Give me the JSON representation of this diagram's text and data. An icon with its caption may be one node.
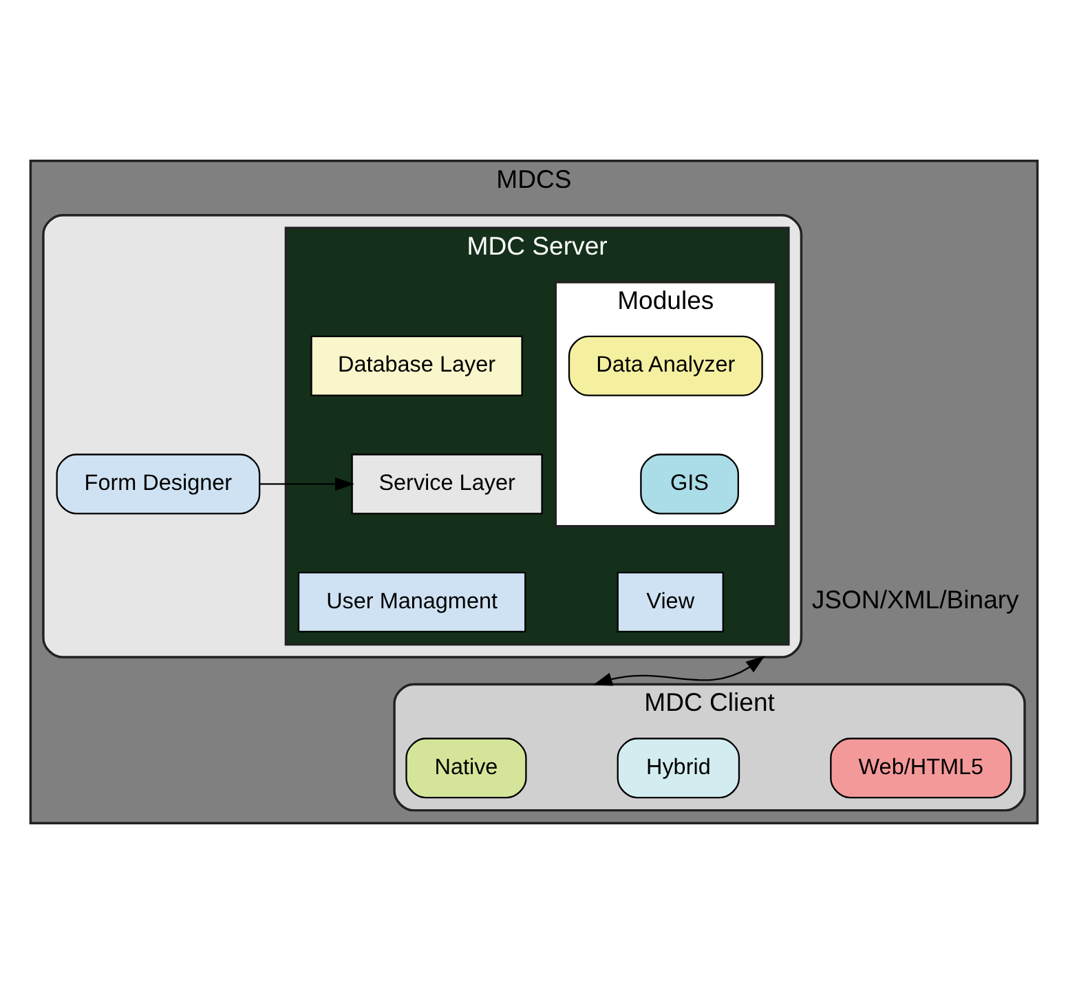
{
  "diagram": {
    "nodes": [
      {
        "text": [
          "MDCS"
        ]
      },
      {
        "text": [],
        "shape": "box",
        "in": 0
      },
      {
        "text": [
          "Form Designer"
        ],
        "in": 1
      },
      {
        "text": [
          "MDC Server"
        ],
        "in": 1
      },
      {
        "text": [
          "Database Layer"
        ],
        "in": 3
      },
      {
        "text": [
          "Service Layer"
        ],
        "in": 3
      },
      {
        "text": [
          "User Managment"
        ],
        "in": 3
      },
      {
        "text": [
          "View"
        ],
        "in": 3
      },
      {
        "text": [
          "Modules"
        ],
        "in": 3
      },
      {
        "text": [
          "Data Analyzer"
        ],
        "in": 8
      },
      {
        "text": [
          "GIS"
        ],
        "in": 8
      },
      {
        "text": [
          "MDC Client"
        ],
        "in": 0
      },
      {
        "text": [
          "Native"
        ],
        "in": 11
      },
      {
        "text": [
          "Hybrid"
        ],
        "in": 11
      },
      {
        "text": [
          "Web/HTML5"
        ],
        "in": 11
      }
    ],
    "edges": [
      {
        "from": 2,
        "to": 5,
        "arrow": "to"
      },
      {
        "from": 1,
        "to": 11,
        "arrow": "both",
        "label": "JSON/XML/Binary"
      }
    ]
  }
}
